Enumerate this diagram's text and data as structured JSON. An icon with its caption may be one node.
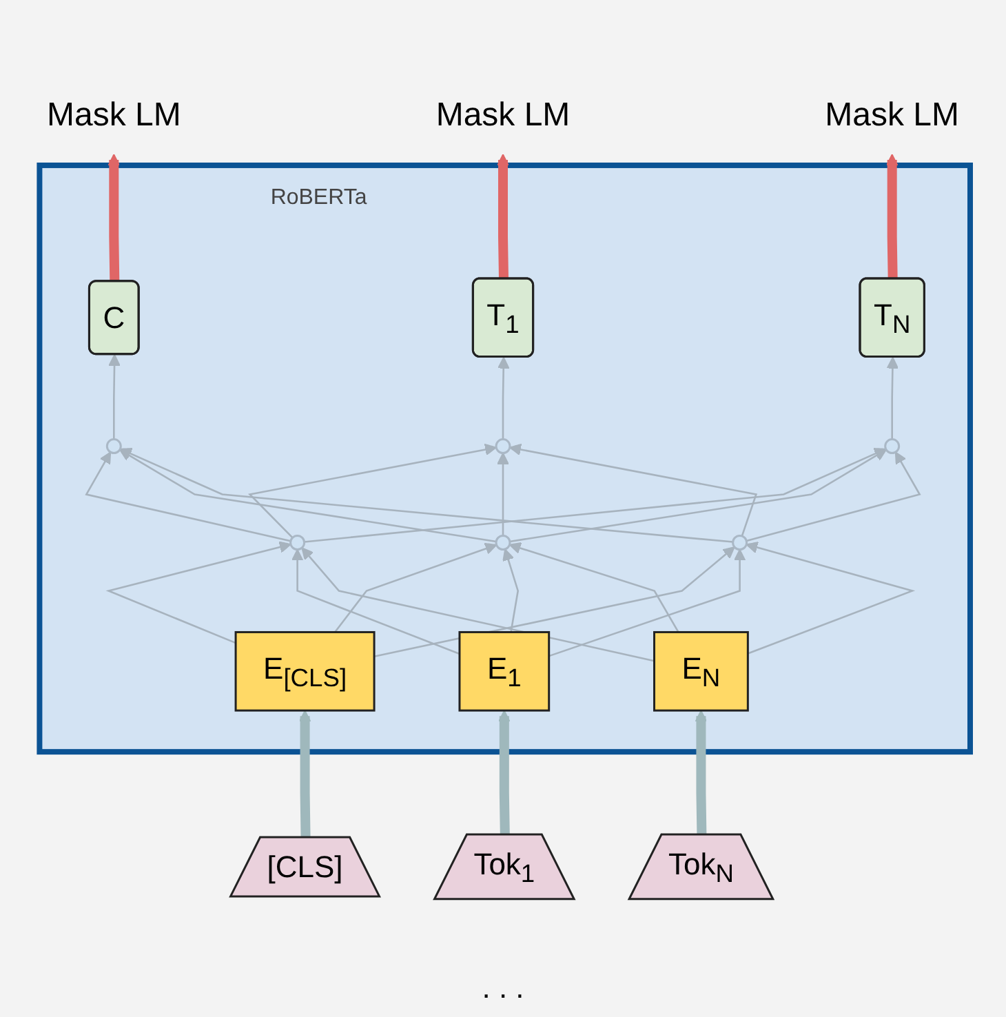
{
  "diagram": {
    "nodes": [
      {
        "text": [
          "Mask LM"
        ]
      },
      {
        "text": [
          "Mask LM"
        ]
      },
      {
        "text": [
          "Mask LM"
        ]
      },
      {
        "text": [
          "RoBERTa"
        ]
      },
      {
        "text": [
          "C"
        ],
        "in": 3
      },
      {
        "text": [
          "T$_{1}$"
        ],
        "in": 3
      },
      {
        "text": [
          "T$_{N}$"
        ],
        "in": 3
      },
      {
        "text": [],
        "shape": "circle",
        "in": 3
      },
      {
        "text": [],
        "shape": "circle",
        "in": 3
      },
      {
        "text": [],
        "shape": "circle",
        "in": 3
      },
      {
        "text": [],
        "shape": "circle",
        "in": 3
      },
      {
        "text": [],
        "shape": "circle",
        "in": 3
      },
      {
        "text": [],
        "shape": "circle",
        "in": 3
      },
      {
        "text": [
          "E$_{[CLS]}$"
        ],
        "in": 3
      },
      {
        "text": [
          "E$_{1}$"
        ],
        "in": 3
      },
      {
        "text": [
          "E$_{N}$"
        ],
        "in": 3
      },
      {
        "text": [
          "[CLS]"
        ]
      },
      {
        "text": [
          "Tok$_{1}$"
        ]
      },
      {
        "text": [
          "Tok$_{N}$"
        ]
      }
    ],
    "edges": [
      {
        "from": 4,
        "to": 0,
        "arrow": "to",
        "style": "thick",
        "color": "#e06666"
      },
      {
        "from": 5,
        "to": 1,
        "arrow": "to",
        "style": "thick",
        "color": "#e06666"
      },
      {
        "from": 6,
        "to": 2,
        "arrow": "to",
        "style": "thick",
        "color": "#e06666"
      },
      {
        "from": 7,
        "to": 4,
        "arrow": "to"
      },
      {
        "from": 8,
        "to": 5,
        "arrow": "to"
      },
      {
        "from": 9,
        "to": 6,
        "arrow": "to"
      },
      {
        "from": 10,
        "to": 7,
        "arrow": "to"
      },
      {
        "from": 10,
        "to": 8,
        "arrow": "to"
      },
      {
        "from": 10,
        "to": 9,
        "arrow": "to"
      },
      {
        "from": 11,
        "to": 7,
        "arrow": "to"
      },
      {
        "from": 11,
        "to": 8,
        "arrow": "to"
      },
      {
        "from": 11,
        "to": 9,
        "arrow": "to"
      },
      {
        "from": 12,
        "to": 7,
        "arrow": "to"
      },
      {
        "from": 12,
        "to": 8,
        "arrow": "to"
      },
      {
        "from": 12,
        "to": 9,
        "arrow": "to"
      },
      {
        "from": 13,
        "to": 10,
        "arrow": "to"
      },
      {
        "from": 13,
        "to": 11,
        "arrow": "to"
      },
      {
        "from": 13,
        "to": 12,
        "arrow": "to"
      },
      {
        "from": 14,
        "to": 10,
        "arrow": "to"
      },
      {
        "from": 14,
        "to": 11,
        "arrow": "to"
      },
      {
        "from": 14,
        "to": 12,
        "arrow": "to"
      },
      {
        "from": 15,
        "to": 10,
        "arrow": "to"
      },
      {
        "from": 15,
        "to": 11,
        "arrow": "to"
      },
      {
        "from": 15,
        "to": 12,
        "arrow": "to"
      },
      {
        "from": 16,
        "to": 13,
        "arrow": "to",
        "style": "thick",
        "color": "#9fb8bc"
      },
      {
        "from": 17,
        "to": 14,
        "arrow": "to",
        "style": "thick",
        "color": "#9fb8bc"
      },
      {
        "from": 18,
        "to": 15,
        "arrow": "to",
        "style": "thick",
        "color": "#9fb8bc"
      }
    ],
    "labels": [
      ". . ."
    ]
  }
}
